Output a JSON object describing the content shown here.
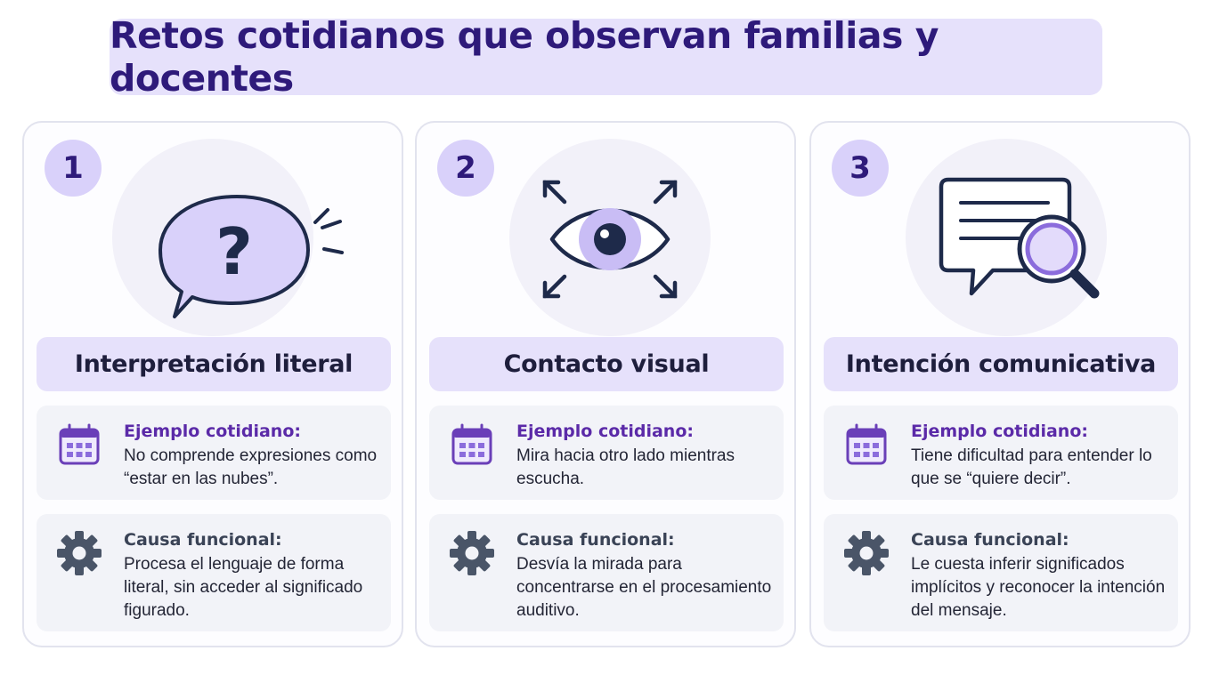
{
  "title": "Retos cotidianos que observan familias y docentes",
  "colors": {
    "accent_light": "#e6e1fb",
    "accent_dark": "#2e1a7a",
    "purple": "#7b5fd6",
    "navy": "#1e2a4a",
    "gear": "#4a5568"
  },
  "cards": [
    {
      "number": "1",
      "icon": "question-speech-bubble-icon",
      "heading": "Interpretación literal",
      "example_label": "Ejemplo cotidiano:",
      "example_text": "No comprende expresiones como “estar en las nubes”.",
      "cause_label": "Causa funcional:",
      "cause_text": "Procesa el lenguaje de forma literal, sin acceder al significado figurado."
    },
    {
      "number": "2",
      "icon": "eye-with-arrows-icon",
      "heading": "Contacto visual",
      "example_label": "Ejemplo cotidiano:",
      "example_text": "Mira hacia otro lado mientras escucha.",
      "cause_label": "Causa funcional:",
      "cause_text": "Desvía la mirada para concentrarse en el procesamiento auditivo."
    },
    {
      "number": "3",
      "icon": "message-magnifier-icon",
      "heading": "Intención comunicativa",
      "example_label": "Ejemplo cotidiano:",
      "example_text": "Tiene dificultad para entender lo que se “quiere decir”.",
      "cause_label": "Causa funcional:",
      "cause_text": "Le cuesta inferir significados implícitos y reconocer la intención del mensaje."
    }
  ]
}
